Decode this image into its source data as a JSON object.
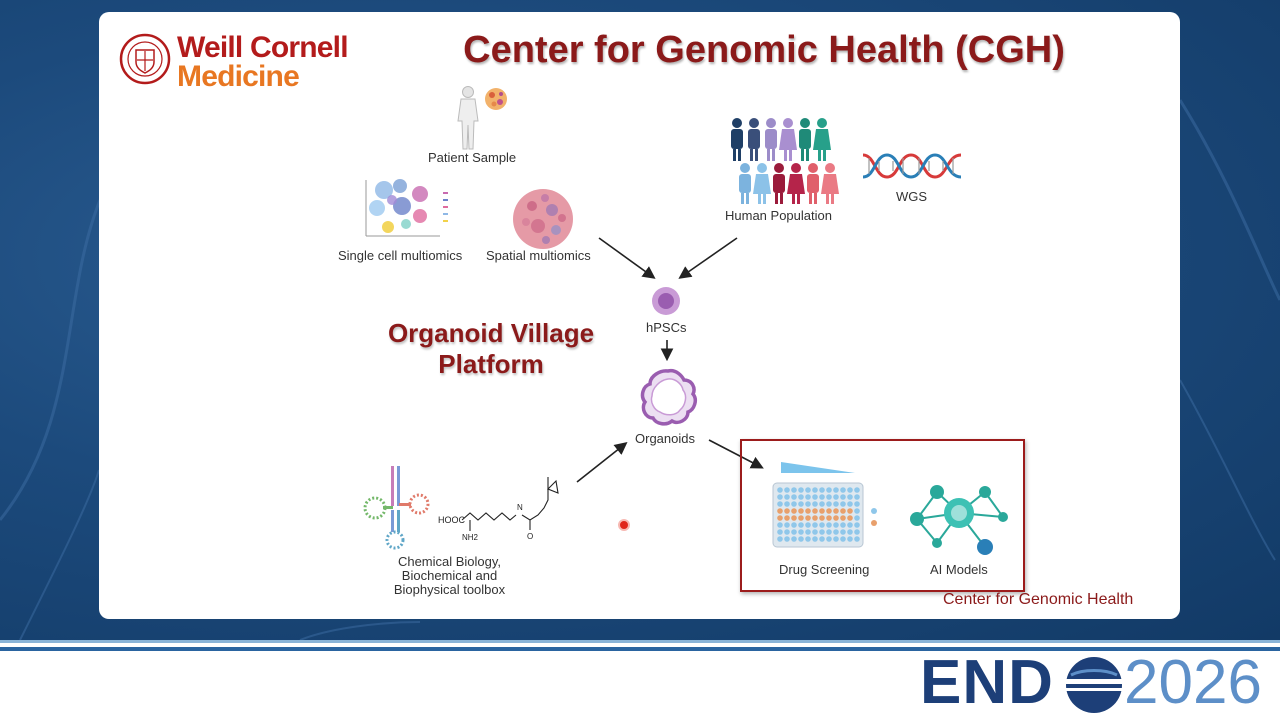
{
  "logo": {
    "line1": "Weill Cornell",
    "line2": "Medicine"
  },
  "title": "Center for Genomic Health (CGH)",
  "subtitle": {
    "line1": "Organoid Village",
    "line2": "Platform"
  },
  "nodes": {
    "patient_sample": "Patient Sample",
    "single_cell": "Single cell multiomics",
    "spatial": "Spatial multiomics",
    "human_population": "Human Population",
    "wgs": "WGS",
    "hpscs": "hPSCs",
    "organoids": "Organoids",
    "chem_bio": {
      "line1": "Chemical Biology,",
      "line2": "Biochemical and",
      "line3": "Biophysical toolbox"
    },
    "drug_screening": "Drug Screening",
    "ai_models": "AI Models"
  },
  "molecule": {
    "cooh": "HOOC",
    "nh2": "NH2",
    "n": "N",
    "o": "O"
  },
  "footer_text": "Center for Genomic Health",
  "conference": {
    "word": "END",
    "year": "2026"
  },
  "colors": {
    "title_red": "#8b1a1a",
    "logo_red": "#b31b1b",
    "logo_orange": "#e87722",
    "cell_purple": "#b07cc6",
    "endo_navy": "#1d3f78",
    "endo_blue": "#5d8fc8"
  }
}
